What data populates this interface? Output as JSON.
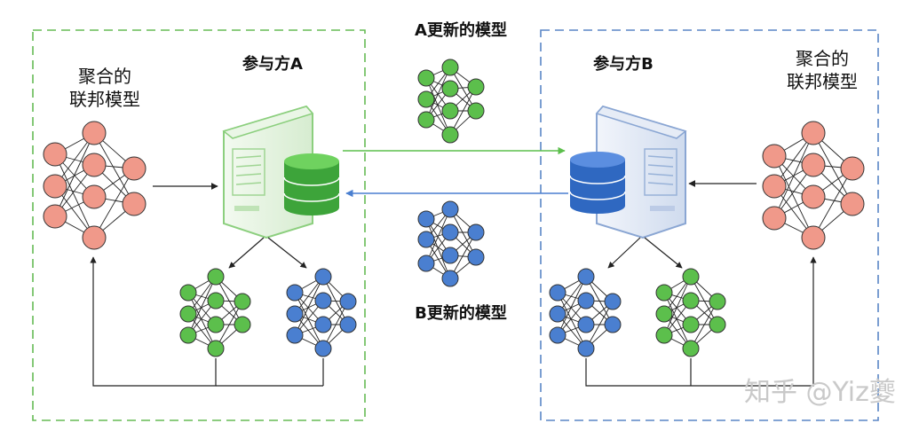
{
  "left_panel": {
    "aggregated_model_line1": "聚合的",
    "aggregated_model_line2": "联邦模型",
    "party_label": "参与方A"
  },
  "right_panel": {
    "aggregated_model_line1": "聚合的",
    "aggregated_model_line2": "联邦模型",
    "party_label": "参与方B"
  },
  "center": {
    "a_update_label": "A更新的模型",
    "b_update_label": "B更新的模型"
  },
  "watermark": "知乎 @Yiz夔",
  "colors": {
    "green": "#5cbf4c",
    "blue": "#4a7fd0",
    "salmon": "#f0998a",
    "green_dash": "#66bb55",
    "blue_dash": "#5a86c6"
  }
}
